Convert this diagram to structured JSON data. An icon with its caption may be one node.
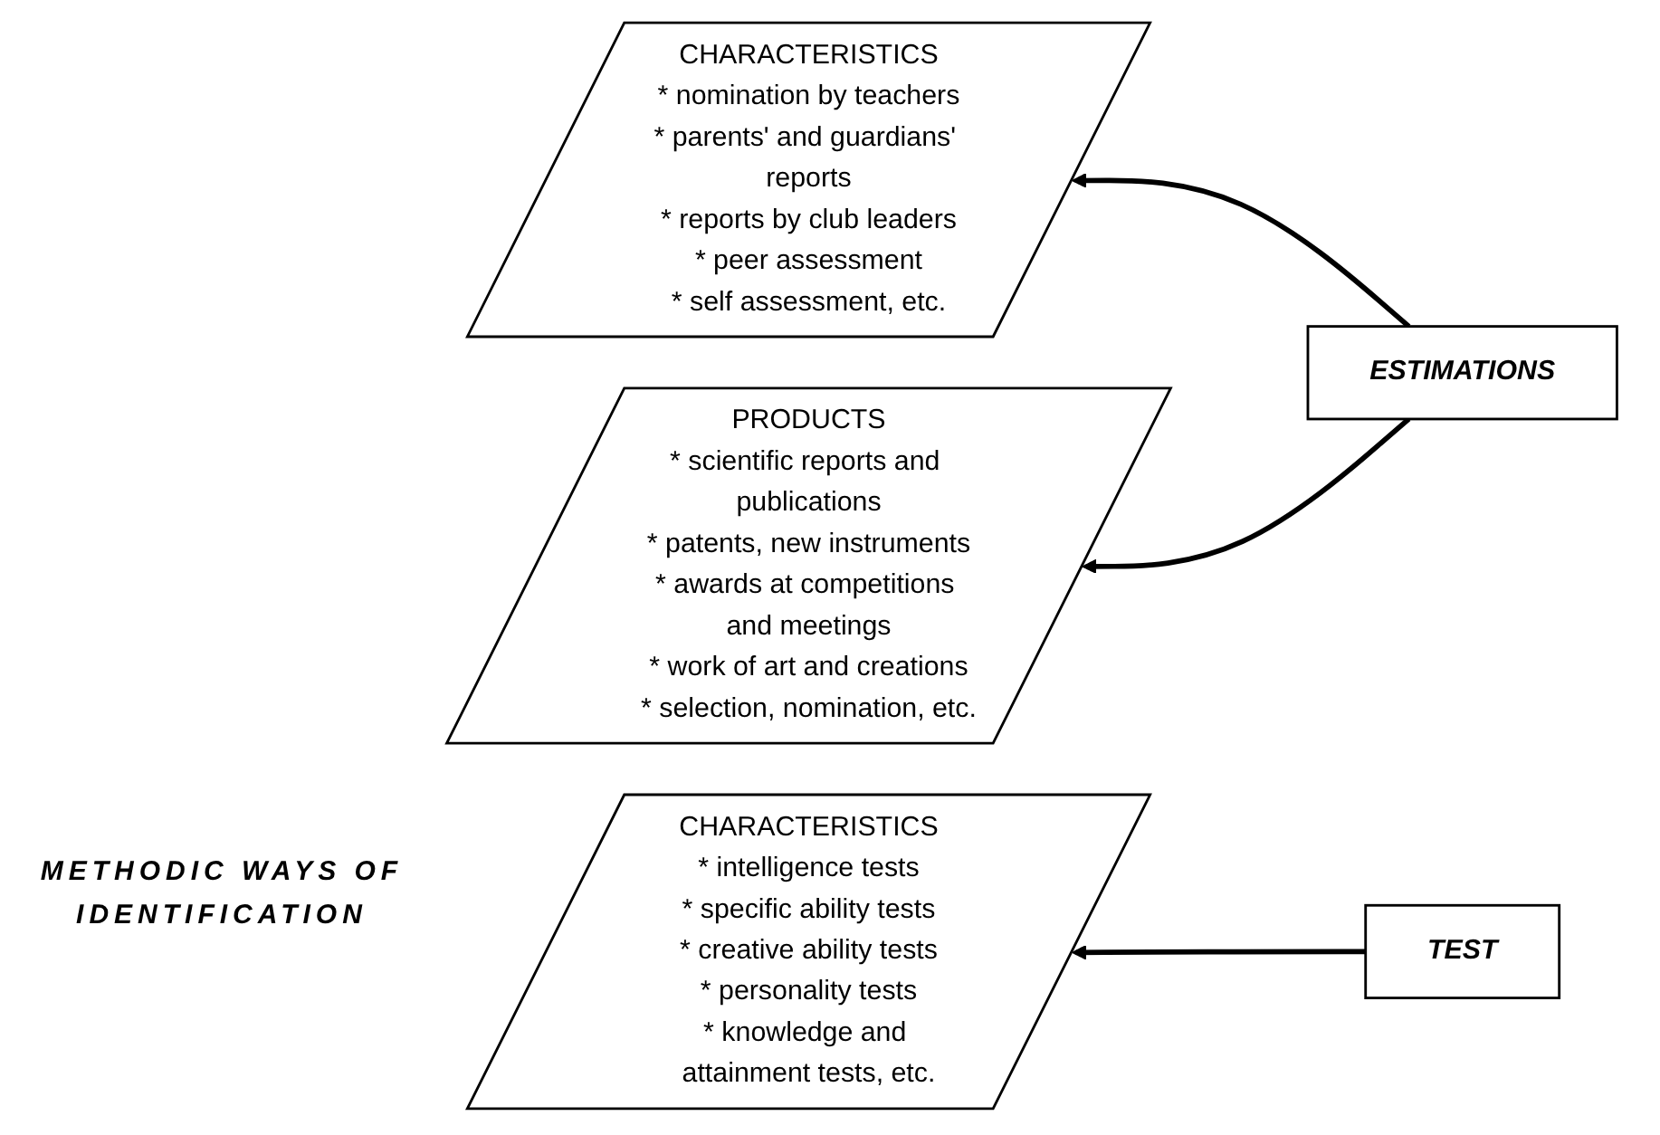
{
  "diagram": {
    "nodes": [
      {
        "text": [
          "CHARACTERISTICS",
          "* nomination by teachers",
          "* parents' and guardians' reports",
          "* reports by club leaders",
          "* peer assessment",
          "* self assessment, etc."
        ]
      },
      {
        "text": [
          "ESTIMATIONS"
        ]
      },
      {
        "text": [
          "PRODUCTS",
          "* scientific reports and publications",
          "* patents, new instruments",
          "* awards at competitions and meetings",
          "* work of art and creations",
          "* selection, nomination, etc."
        ]
      },
      {
        "text": [
          "CHARACTERISTICS",
          "* intelligence tests",
          "* specific ability tests",
          "* creative ability tests",
          "* personality tests",
          "* knowledge and attainment tests, etc."
        ]
      },
      {
        "text": [
          "TEST"
        ]
      }
    ],
    "edges": [
      {
        "from": 1,
        "to": 0,
        "arrow": "to"
      },
      {
        "from": 1,
        "to": 2,
        "arrow": "to"
      },
      {
        "from": 4,
        "to": 3,
        "arrow": "to"
      }
    ],
    "labels": [
      "METHODIC WAYS OF IDENTIFICATION"
    ]
  }
}
